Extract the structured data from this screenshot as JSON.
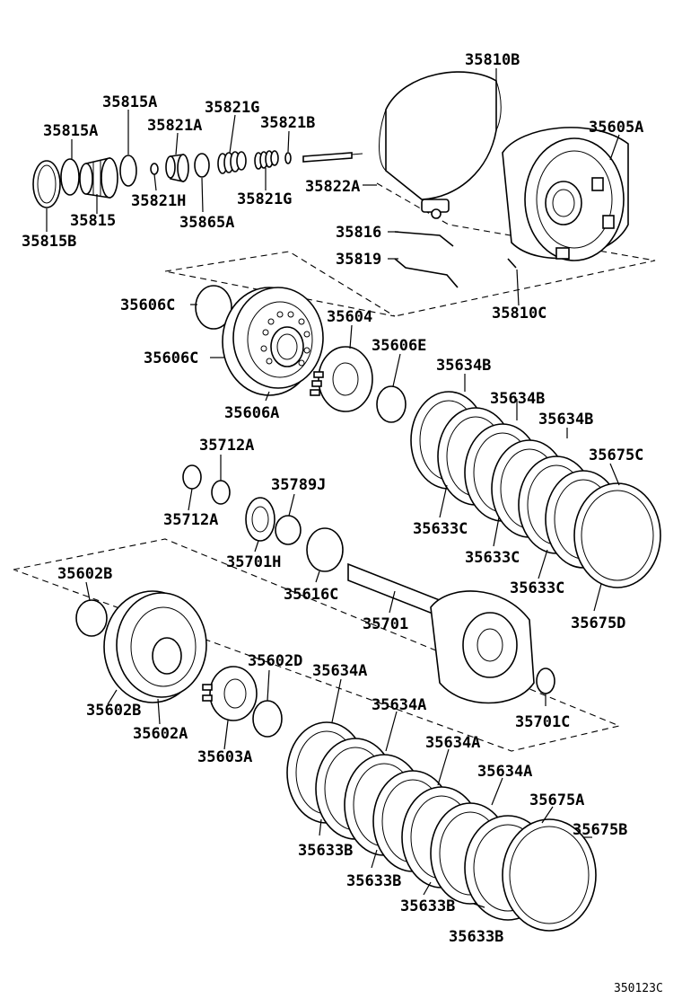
{
  "labels": {
    "l35810B": "35810B",
    "l35605A": "35605A",
    "l35815A_top": "35815A",
    "l35815A_left": "35815A",
    "l35821A": "35821A",
    "l35821G_top": "35821G",
    "l35821B": "35821B",
    "l35815": "35815",
    "l35815B": "35815B",
    "l35821H": "35821H",
    "l35865A": "35865A",
    "l35821G_bot": "35821G",
    "l35822A": "35822A",
    "l35816": "35816",
    "l35819": "35819",
    "l35810C": "35810C",
    "l35606C_top": "35606C",
    "l35606C_bot": "35606C",
    "l35604": "35604",
    "l35606E": "35606E",
    "l35606A": "35606A",
    "l35634B_1": "35634B",
    "l35634B_2": "35634B",
    "l35634B_3": "35634B",
    "l35675C": "35675C",
    "l35633C_1": "35633C",
    "l35633C_2": "35633C",
    "l35633C_3": "35633C",
    "l35675D": "35675D",
    "l35712A_top": "35712A",
    "l35712A_bot": "35712A",
    "l35789J": "35789J",
    "l35701H": "35701H",
    "l35616C": "35616C",
    "l35701": "35701",
    "l35602B_top": "35602B",
    "l35602B_bot": "35602B",
    "l35602A": "35602A",
    "l35602D": "35602D",
    "l35603A": "35603A",
    "l35701C": "35701C",
    "l35634A_1": "35634A",
    "l35634A_2": "35634A",
    "l35634A_3": "35634A",
    "l35634A_4": "35634A",
    "l35675A": "35675A",
    "l35675B": "35675B",
    "l35633B_1": "35633B",
    "l35633B_2": "35633B",
    "l35633B_3": "35633B",
    "l35633B_4": "35633B"
  },
  "diagram_code": "350123C"
}
